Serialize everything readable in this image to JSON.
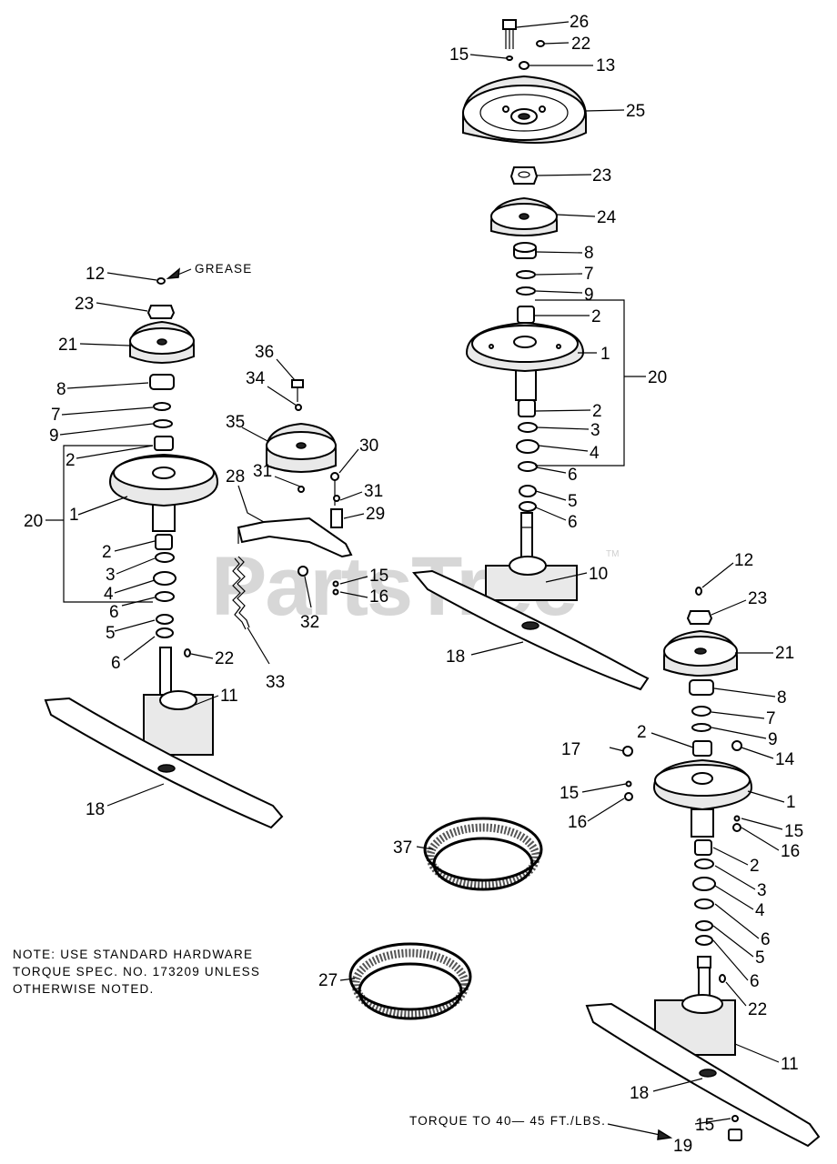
{
  "watermark": {
    "brand": "PartsTree",
    "trademark": "TM"
  },
  "note": {
    "line1": "NOTE: USE STANDARD HARDWARE",
    "line2": "TORQUE SPEC. NO. 173209 UNLESS",
    "line3": "OTHERWISE NOTED."
  },
  "grease_label": "GREASE",
  "torque_note": "TORQUE TO 40— 45 FT./LBS.",
  "callouts": {
    "r26": "26",
    "r22a": "22",
    "r15a": "15",
    "r13": "13",
    "r25": "25",
    "r23a": "23",
    "r24": "24",
    "r8a": "8",
    "r7a": "7",
    "r9a": "9",
    "r2a": "2",
    "r1a": "1",
    "r20a": "20",
    "r2b": "2",
    "r3a": "3",
    "r4a": "4",
    "r6a": "6",
    "r5a": "5",
    "r6b": "6",
    "r10": "10",
    "r18a": "18",
    "l12": "12",
    "l23": "23",
    "l21": "21",
    "l8": "8",
    "l7": "7",
    "l9": "9",
    "l2a": "2",
    "l20": "20",
    "l1": "1",
    "l2b": "2",
    "l3": "3",
    "l4": "4",
    "l6a": "6",
    "l5": "5",
    "l6b": "6",
    "l22": "22",
    "l11": "11",
    "l18": "18",
    "m36": "36",
    "m34": "34",
    "m35": "35",
    "m30": "30",
    "m28": "28",
    "m31a": "31",
    "m31b": "31",
    "m29": "29",
    "m15": "15",
    "m16": "16",
    "m32": "32",
    "m33": "33",
    "b12": "12",
    "b23": "23",
    "b21": "21",
    "b8": "8",
    "b7": "7",
    "b9": "9",
    "b2a": "2",
    "b17": "17",
    "b14": "14",
    "b15a": "15",
    "b16a": "16",
    "b1": "1",
    "b15b": "15",
    "b16b": "16",
    "b2b": "2",
    "b3": "3",
    "b4": "4",
    "b6a": "6",
    "b5": "5",
    "b6b": "6",
    "b22": "22",
    "b11": "11",
    "b18": "18",
    "b15c": "15",
    "b19": "19",
    "c37": "37",
    "c27": "27"
  }
}
